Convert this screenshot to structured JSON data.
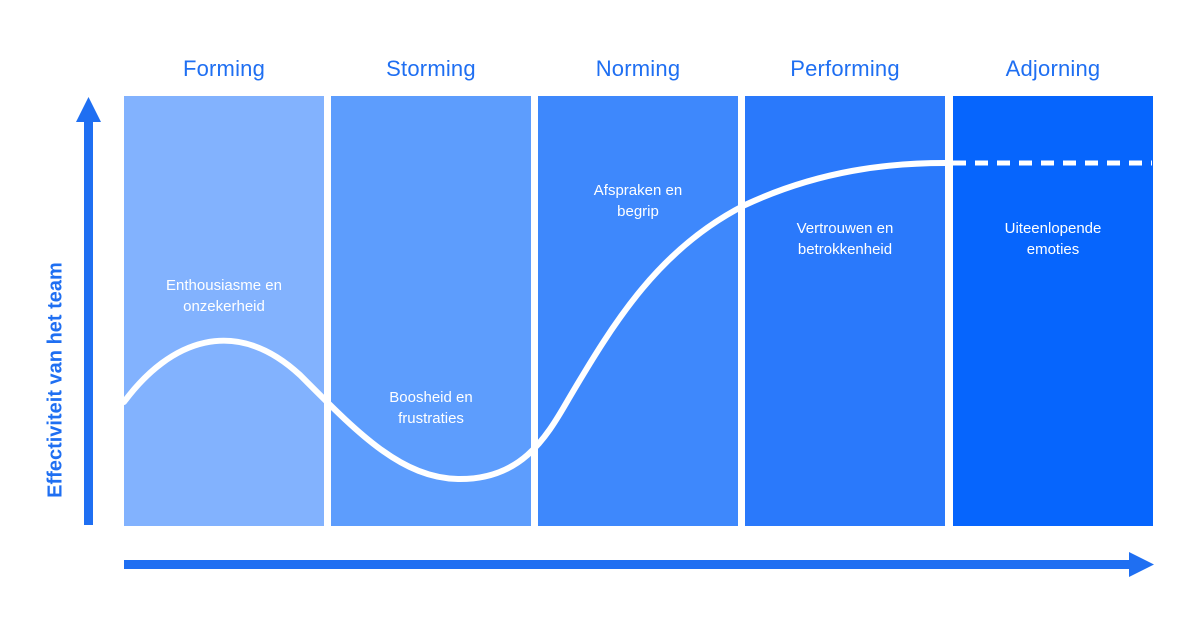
{
  "y_axis_label": "Effectiviteit van het team",
  "colors": {
    "accent": "#1f6ff2",
    "curve": "#ffffff",
    "panel_shades": [
      "#82b2fe",
      "#5d9dfd",
      "#3e88fc",
      "#2a79fb",
      "#0665fd"
    ]
  },
  "stages": [
    {
      "title": "Forming",
      "description_line1": "Enthousiasme en",
      "description_line2": "onzekerheid"
    },
    {
      "title": "Storming",
      "description_line1": "Boosheid en",
      "description_line2": "frustraties"
    },
    {
      "title": "Norming",
      "description_line1": "Afspraken en",
      "description_line2": "begrip"
    },
    {
      "title": "Performing",
      "description_line1": "Vertrouwen en",
      "description_line2": "betrokkenheid"
    },
    {
      "title": "Adjorning",
      "description_line1": "Uiteenlopende",
      "description_line2": "emoties"
    }
  ]
}
